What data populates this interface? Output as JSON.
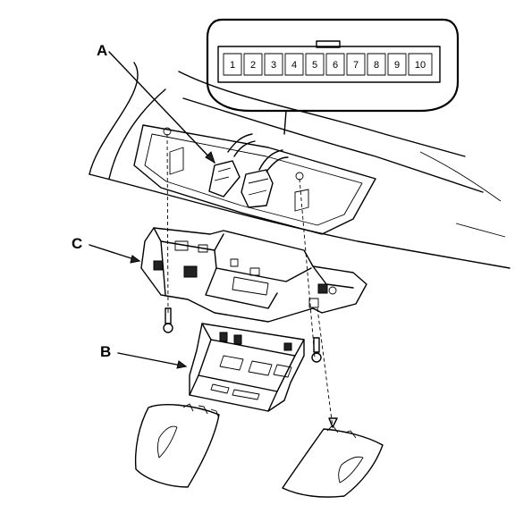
{
  "callouts": {
    "a": "A",
    "b": "B",
    "c": "C"
  },
  "connector": {
    "pins": [
      "1",
      "2",
      "3",
      "4",
      "5",
      "6",
      "7",
      "8",
      "9",
      "10"
    ]
  }
}
